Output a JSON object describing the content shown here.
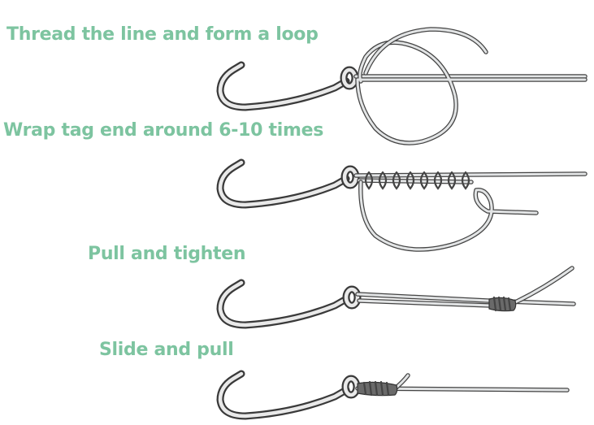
{
  "steps": [
    {
      "label": "Thread the line and form a loop"
    },
    {
      "label": "Wrap tag end around 6-10 times"
    },
    {
      "label": "Pull and tighten"
    },
    {
      "label": "Slide and pull"
    }
  ],
  "colors": {
    "label_text": "#7dc4a0",
    "hook_outline": "#3a3a3a",
    "hook_fill": "#e9e9e9",
    "line_outline": "#444444",
    "line_fill": "#e2e4e5"
  },
  "icons": [
    "fishing-hook-icon",
    "fishing-line-icon",
    "knot-wraps-icon"
  ]
}
